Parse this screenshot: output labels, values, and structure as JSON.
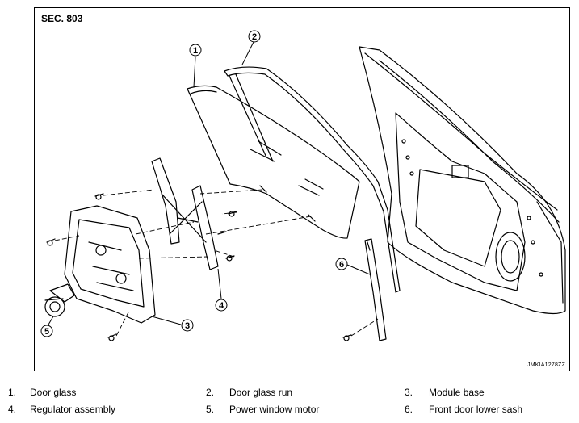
{
  "section_label": "SEC. 803",
  "figure_code": "JMKIA1278ZZ",
  "callouts": [
    "1",
    "2",
    "3",
    "4",
    "5",
    "6"
  ],
  "legend": [
    {
      "num": "1.",
      "label": "Door glass"
    },
    {
      "num": "2.",
      "label": "Door glass run"
    },
    {
      "num": "3.",
      "label": "Module base"
    },
    {
      "num": "4.",
      "label": "Regulator assembly"
    },
    {
      "num": "5.",
      "label": "Power window motor"
    },
    {
      "num": "6.",
      "label": "Front door lower sash"
    }
  ]
}
